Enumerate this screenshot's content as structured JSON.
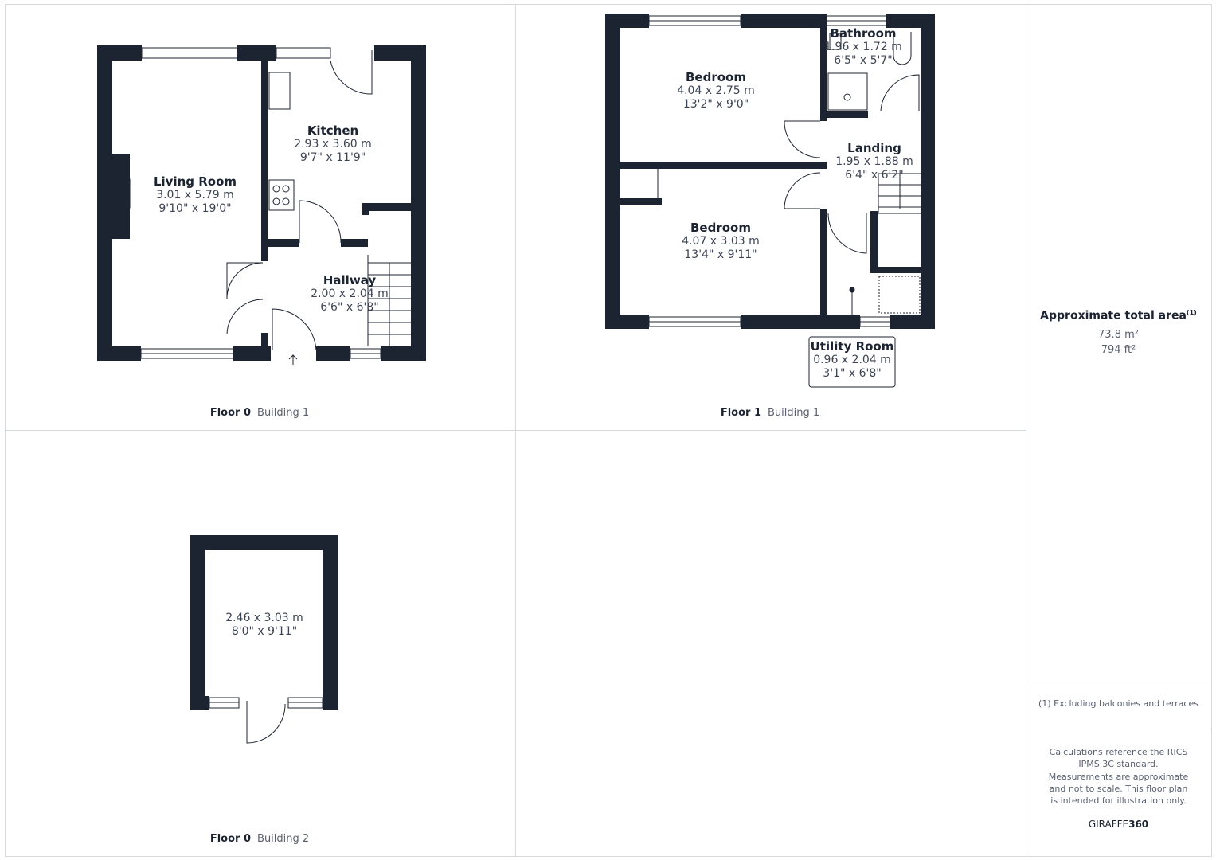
{
  "floors": [
    {
      "floor": "Floor 0",
      "building": "Building 1",
      "rooms": [
        {
          "name": "Living Room",
          "metric": "3.01 x 5.79 m",
          "imperial": "9'10\" x 19'0\""
        },
        {
          "name": "Kitchen",
          "metric": "2.93 x 3.60 m",
          "imperial": "9'7\" x 11'9\""
        },
        {
          "name": "Hallway",
          "metric": "2.00 x 2.04 m",
          "imperial": "6'6\" x 6'8\""
        }
      ]
    },
    {
      "floor": "Floor 1",
      "building": "Building 1",
      "rooms": [
        {
          "name": "Bedroom",
          "metric": "4.04 x 2.75 m",
          "imperial": "13'2\" x 9'0\""
        },
        {
          "name": "Bathroom",
          "metric": "1.96 x 1.72 m",
          "imperial": "6'5\" x 5'7\""
        },
        {
          "name": "Landing",
          "metric": "1.95 x 1.88 m",
          "imperial": "6'4\" x 6'2\""
        },
        {
          "name": "Bedroom",
          "metric": "4.07 x 3.03 m",
          "imperial": "13'4\" x 9'11\""
        },
        {
          "name": "Utility Room",
          "metric": "0.96 x 2.04 m",
          "imperial": "3'1\" x 6'8\""
        }
      ]
    },
    {
      "floor": "Floor 0",
      "building": "Building 2",
      "rooms": [
        {
          "metric": "2.46 x 3.03 m",
          "imperial": "8'0\" x 9'11\""
        }
      ]
    }
  ],
  "summary": {
    "title": "Approximate total area",
    "footnote_mark": "(1)",
    "area_m2": "73.8 m²",
    "area_ft2": "794 ft²",
    "footnote": "(1) Excluding balconies and terraces",
    "disclaimer": "Calculations reference the RICS IPMS 3C standard. Measurements are approximate and not to scale. This floor plan is intended for illustration only.",
    "brand_light": "GIRAFFE",
    "brand_bold": "360"
  },
  "colors": {
    "wall": "#1c2331",
    "border": "#d6d9de"
  }
}
